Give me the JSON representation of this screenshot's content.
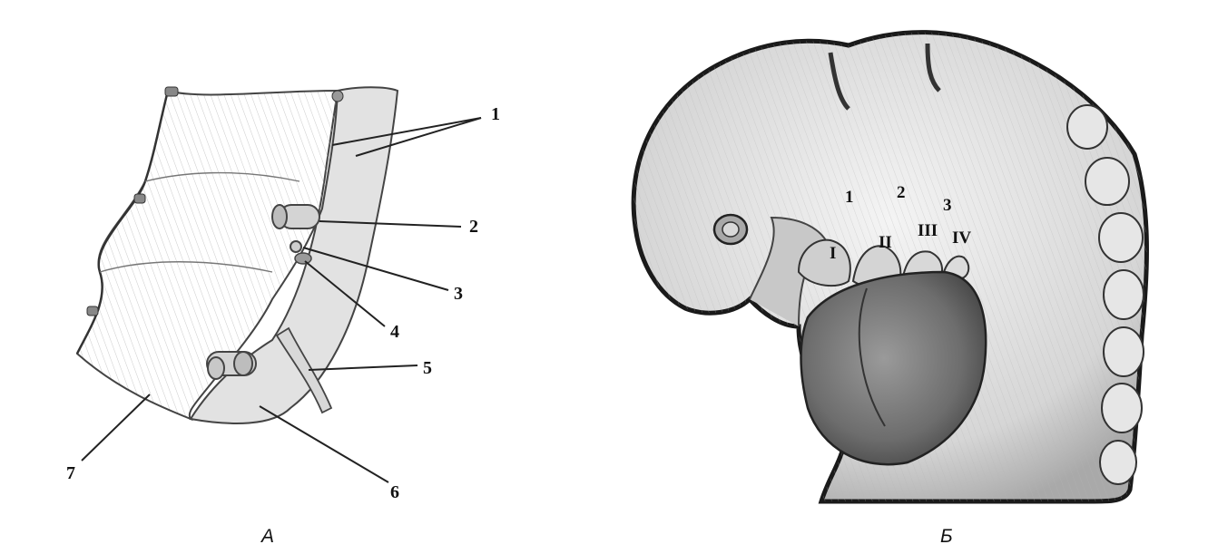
{
  "panel_a": {
    "caption": "А",
    "labels": [
      "1",
      "2",
      "3",
      "4",
      "5",
      "6",
      "7"
    ]
  },
  "panel_b": {
    "caption": "Б",
    "arch_numbers": [
      "1",
      "2",
      "3"
    ],
    "roman_numerals": [
      "I",
      "II",
      "III",
      "IV"
    ]
  }
}
